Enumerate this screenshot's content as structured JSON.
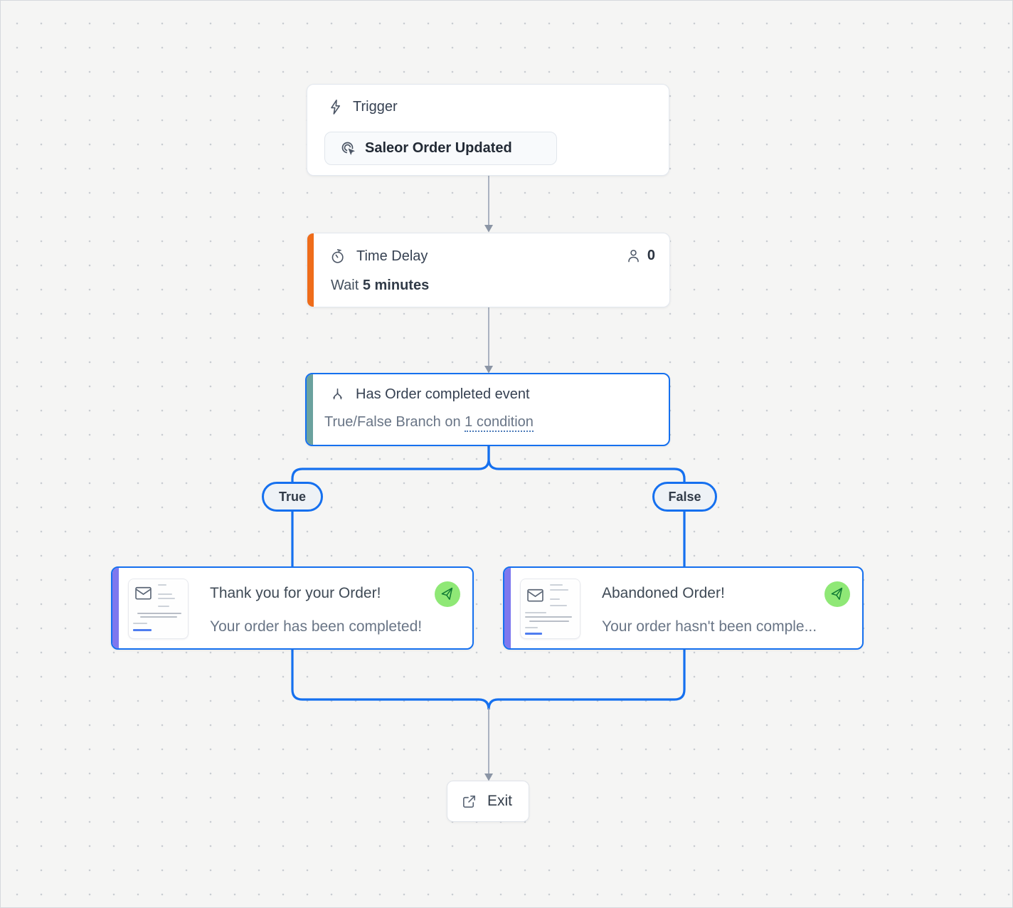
{
  "colors": {
    "selection_blue": "#1570ef",
    "delay_accent_orange": "#ef6c1a",
    "condition_accent_teal": "#6ba29e",
    "email_accent_purple": "#7e78ee",
    "sent_badge_green": "#8fe876",
    "sent_badge_icon_green": "#107a35",
    "connector_gray": "#98a2b2",
    "canvas_background": "#f5f5f4"
  },
  "trigger": {
    "title": "Trigger",
    "button_label": "Saleor Order Updated"
  },
  "delay": {
    "title": "Time Delay",
    "contacts_count": "0",
    "wait_prefix": "Wait ",
    "wait_value": "5 minutes"
  },
  "condition": {
    "title": "Has Order completed event",
    "subtitle_prefix": "True/False Branch on ",
    "subtitle_link": "1 condition"
  },
  "branches": {
    "true_label": "True",
    "false_label": "False"
  },
  "email_true": {
    "title": "Thank you for your Order!",
    "subtitle": "Your order has been completed!"
  },
  "email_false": {
    "title": "Abandoned Order!",
    "subtitle": "Your order hasn't been comple..."
  },
  "exit": {
    "label": "Exit"
  }
}
